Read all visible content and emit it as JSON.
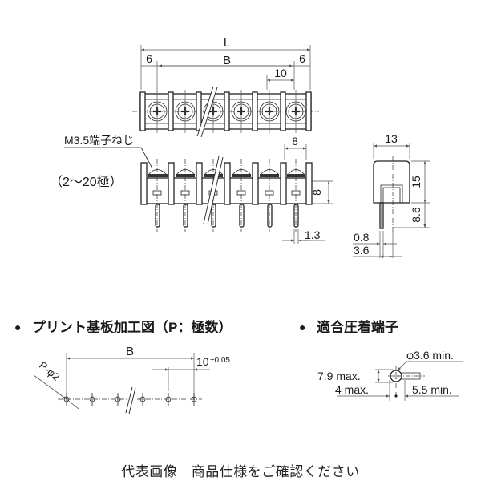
{
  "top_view": {
    "dim_L": "L",
    "dim_B": "B",
    "dim_margin_left": "6",
    "dim_margin_right": "6",
    "dim_pitch": "10",
    "terminal_count_shown": 6
  },
  "front_view": {
    "screw_label": "M3.5端子ねじ",
    "pole_range": "（2〜20極）",
    "dim_terminal_width": "8",
    "dim_height": "8",
    "dim_pin_width": "1.3"
  },
  "side_view": {
    "dim_depth": "13",
    "dim_body_height": "15",
    "dim_pin_length": "8.6",
    "dim_pin_thickness": "0.8",
    "dim_pin_offset": "3.6"
  },
  "pcb_layout": {
    "heading": "プリント基板加工図（P：極数）",
    "bullet": "●",
    "dim_B": "B",
    "dim_hole": "P-φ2",
    "dim_pitch": "10",
    "dim_pitch_tolerance": "±0.05"
  },
  "crimp_terminal": {
    "heading": "適合圧着端子",
    "bullet": "●",
    "dim_hole": "φ3.6 min.",
    "dim_width": "7.9 max.",
    "dim_edge": "4 max.",
    "dim_length": "5.5 min."
  },
  "footer": {
    "caption": "代表画像　商品仕様をご確認ください"
  }
}
